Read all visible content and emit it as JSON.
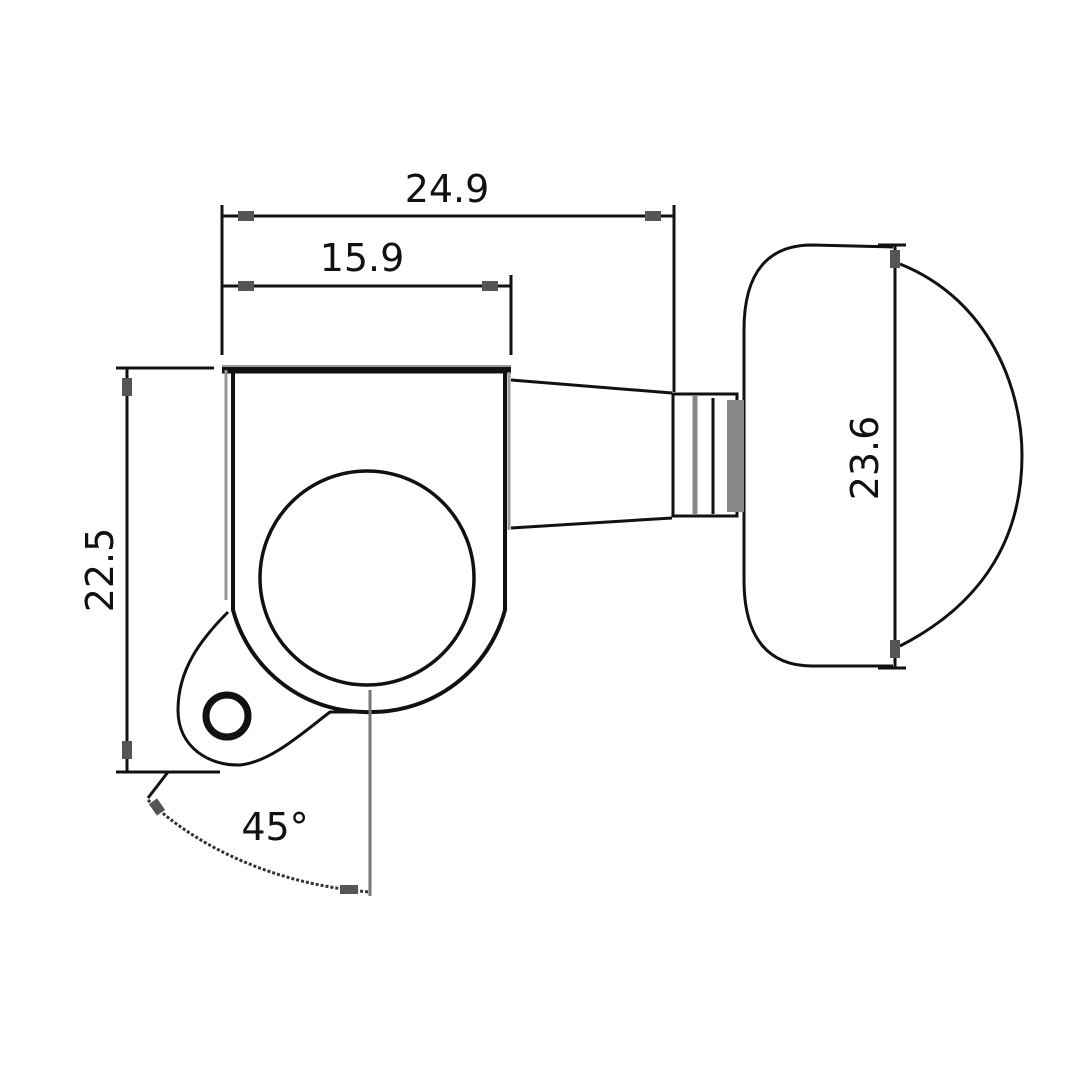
{
  "diagram": {
    "subject": "guitar tuning machine (tuner) dimension drawing",
    "units": "mm",
    "colors": {
      "line": "#111111",
      "background": "#ffffff",
      "secondary": "#888888"
    }
  },
  "dimensions": {
    "overall_length": {
      "label": "24.9",
      "orientation": "horizontal"
    },
    "housing_width": {
      "label": "15.9",
      "orientation": "horizontal"
    },
    "housing_height": {
      "label": "22.5",
      "orientation": "vertical"
    },
    "button_height": {
      "label": "23.6",
      "orientation": "vertical"
    },
    "mount_angle": {
      "label": "45°",
      "orientation": "angular"
    }
  },
  "parts": [
    {
      "name": "housing",
      "label": ""
    },
    {
      "name": "post-hole",
      "label": ""
    },
    {
      "name": "mounting-ear",
      "label": ""
    },
    {
      "name": "shaft",
      "label": ""
    },
    {
      "name": "collar",
      "label": ""
    },
    {
      "name": "button",
      "label": ""
    }
  ]
}
